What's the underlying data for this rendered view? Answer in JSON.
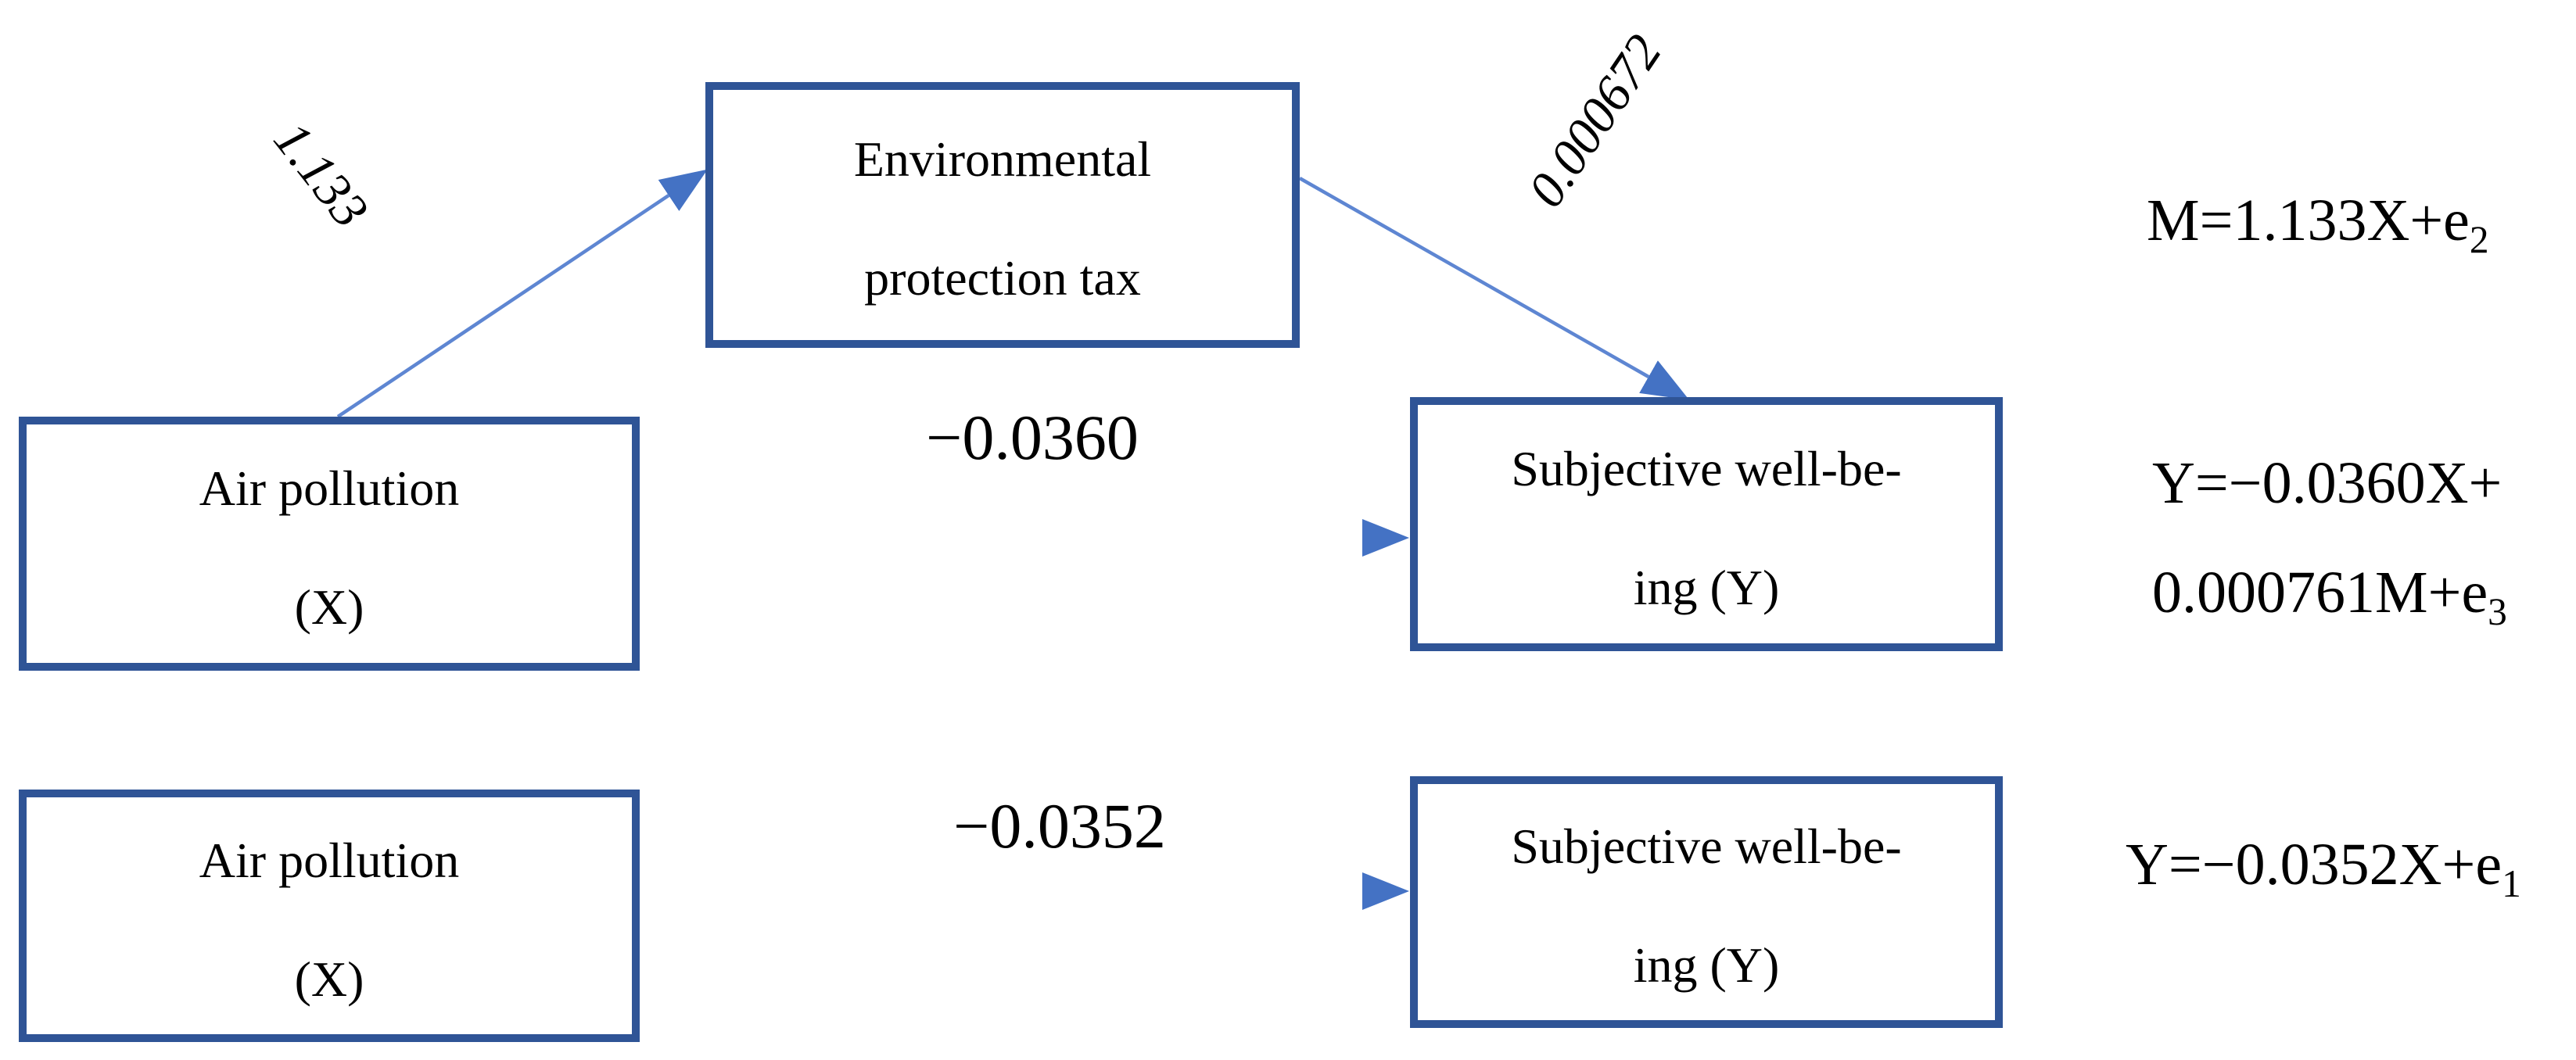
{
  "figure": {
    "boxes": {
      "mediator": {
        "line1": "Environmental",
        "line2": "protection tax"
      },
      "predictor_top": {
        "line1": "Air pollution",
        "line2": "(X)"
      },
      "outcome_top": {
        "line1": "Subjective well-be-",
        "line2": "ing (Y)"
      },
      "predictor_bottom": {
        "line1": "Air pollution",
        "line2": "(X)"
      },
      "outcome_bottom": {
        "line1": "Subjective well-be-",
        "line2": "ing (Y)"
      }
    },
    "path_labels": {
      "x_to_m": "1.133",
      "m_to_y": "0.000672",
      "x_to_y_direct": "−0.0360",
      "x_to_y_total": "−0.0352"
    },
    "equations": {
      "mediator_main": "M=1.133X+e",
      "mediator_sub": "2",
      "outcome_line1": "Y=−0.0360X+",
      "outcome_line2_main": "0.000761M+e",
      "outcome_line2_sub": "3",
      "total_main": "Y=−0.0352X+e",
      "total_sub": "1"
    },
    "colors": {
      "box_border": "#2F5496",
      "arrowhead": "#4472C4",
      "line_gradient_start": "#9DB4E3",
      "line_gradient_end": "#4E79CA",
      "diagonal_line": "#5E86D2"
    }
  }
}
